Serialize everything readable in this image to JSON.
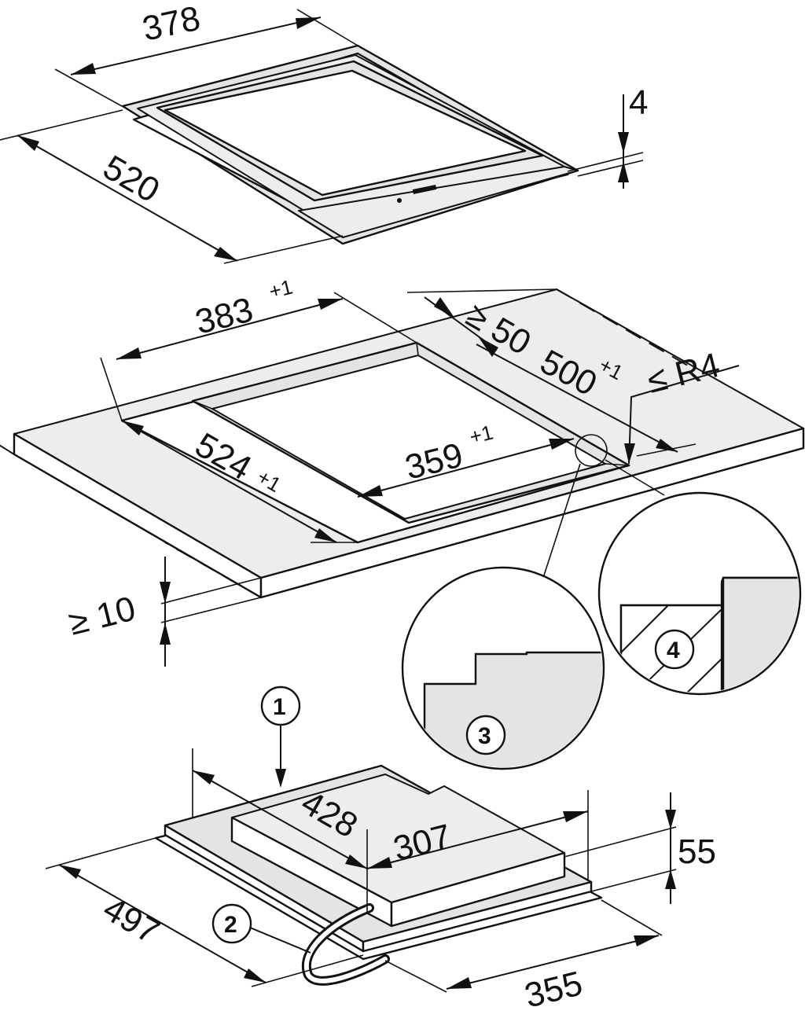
{
  "colors": {
    "line": "#111111",
    "fill": "#e4e4e4",
    "background": "#ffffff"
  },
  "appliance": {
    "width": "378",
    "depth": "520",
    "thickness": "4"
  },
  "cutout": {
    "width": "383",
    "width_tol": "+1",
    "depth": "524",
    "depth_tol": "+1",
    "inner_width": "359",
    "inner_width_tol": "+1",
    "inner_depth": "500",
    "inner_depth_tol": "+1",
    "rear_clearance": "≥ 50",
    "radius": "≤ R4",
    "worktop_thickness": "≥ 10"
  },
  "underside": {
    "length": "428",
    "width": "307",
    "height": "55",
    "depth": "497",
    "front_width": "355"
  },
  "callouts": [
    "1",
    "2",
    "3",
    "4"
  ]
}
